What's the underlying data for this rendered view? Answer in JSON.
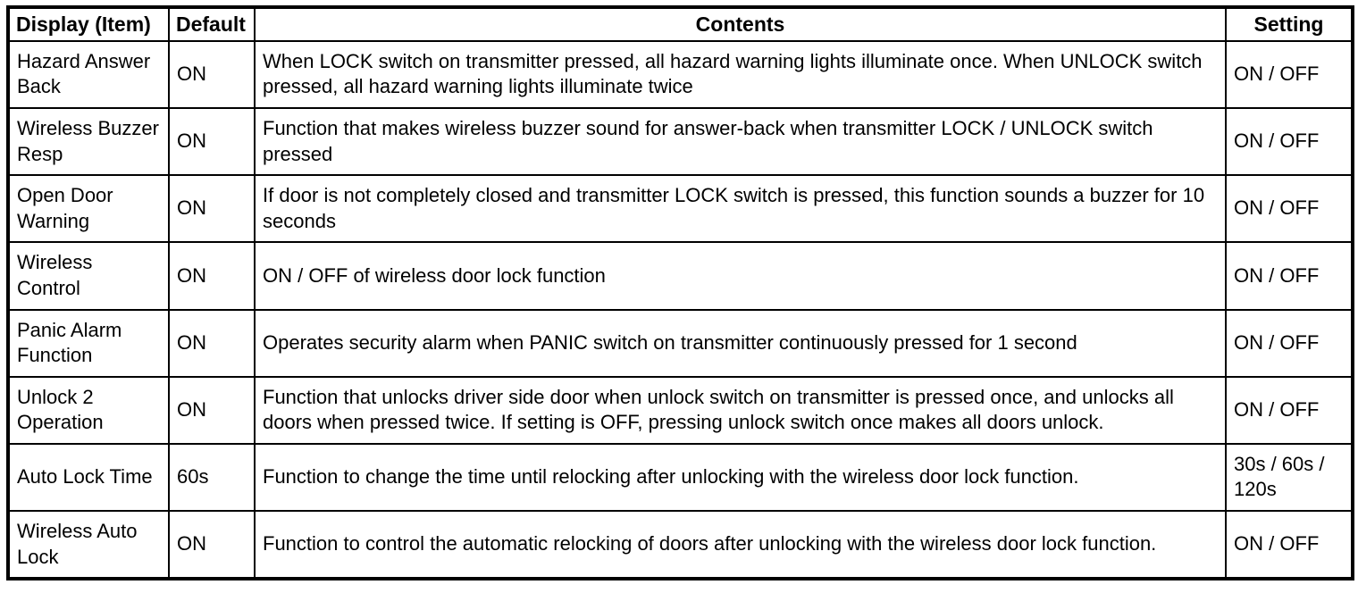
{
  "table": {
    "columns": [
      {
        "key": "display",
        "label": "Display (Item)"
      },
      {
        "key": "default",
        "label": "Default"
      },
      {
        "key": "contents",
        "label": "Contents"
      },
      {
        "key": "setting",
        "label": "Setting"
      }
    ],
    "rows": [
      {
        "display": "Hazard Answer Back",
        "default": "ON",
        "contents": "When LOCK switch on transmitter pressed, all hazard warning lights illuminate once. When UNLOCK switch pressed, all hazard warning lights illuminate twice",
        "setting": "ON / OFF"
      },
      {
        "display": "Wireless Buzzer Resp",
        "default": "ON",
        "contents": "Function that makes wireless buzzer sound for answer-back when transmitter LOCK / UNLOCK switch pressed",
        "setting": "ON / OFF"
      },
      {
        "display": "Open Door Warning",
        "default": "ON",
        "contents": "If door is not completely closed and transmitter LOCK switch is pressed, this function sounds a buzzer for 10 seconds",
        "setting": "ON / OFF"
      },
      {
        "display": "Wireless Control",
        "default": "ON",
        "contents": "ON / OFF of wireless door lock function",
        "setting": "ON / OFF"
      },
      {
        "display": "Panic Alarm Function",
        "default": "ON",
        "contents": "Operates security alarm when PANIC switch on transmitter continuously pressed for 1 second",
        "setting": "ON / OFF"
      },
      {
        "display": "Unlock 2 Operation",
        "default": "ON",
        "contents": "Function that unlocks driver side door when unlock switch on transmitter is pressed once, and unlocks all doors when pressed twice. If setting is OFF, pressing unlock switch once makes all doors unlock.",
        "setting": "ON / OFF"
      },
      {
        "display": "Auto Lock Time",
        "default": "60s",
        "contents": "Function to change the time until relocking after unlocking with the wireless door lock function.",
        "setting": "30s / 60s / 120s"
      },
      {
        "display": "Wireless Auto Lock",
        "default": "ON",
        "contents": "Function to control the automatic relocking of doors after unlocking with the wireless door lock function.",
        "setting": "ON / OFF"
      }
    ]
  }
}
